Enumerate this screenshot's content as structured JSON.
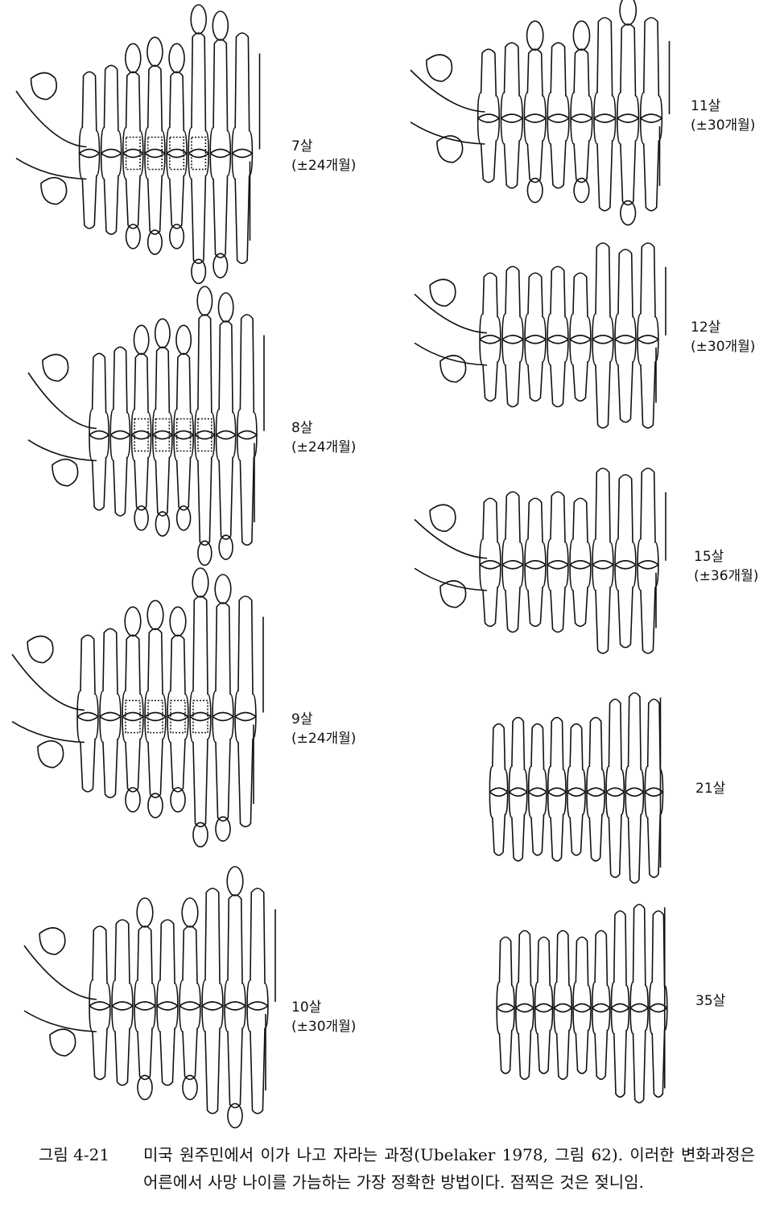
{
  "figure": {
    "panels": [
      {
        "age": "7살",
        "range": "(±24개월)"
      },
      {
        "age": "8살",
        "range": "(±24개월)"
      },
      {
        "age": "9살",
        "range": "(±24개월)"
      },
      {
        "age": "10살",
        "range": "(±30개월)"
      },
      {
        "age": "11살",
        "range": "(±30개월)"
      },
      {
        "age": "12살",
        "range": "(±30개월)"
      },
      {
        "age": "15살",
        "range": "(±36개월)"
      },
      {
        "age": "21살",
        "range": ""
      },
      {
        "age": "35살",
        "range": ""
      }
    ],
    "caption": {
      "number": "그림 4-21",
      "text": "미국 원주민에서 이가 나고 자라는 과정(Ubelaker 1978, 그림 62). 이러한 변화과정은 어른에서 사망 나이를 가늠하는 가장 정확한 방법이다. 점찍은 것은 젖니임."
    }
  }
}
